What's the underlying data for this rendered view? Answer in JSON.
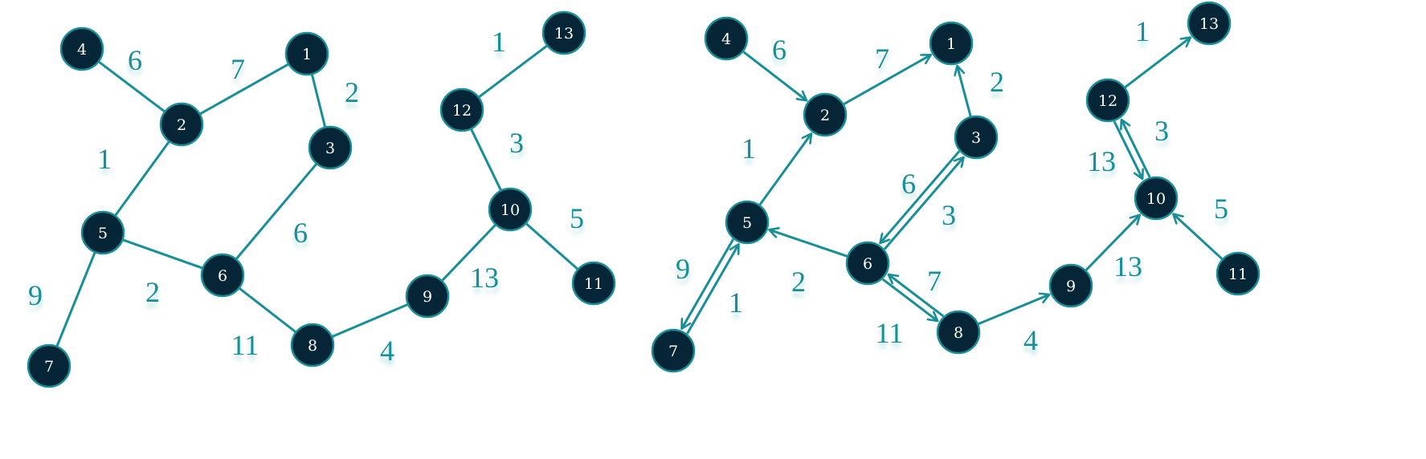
{
  "colors": {
    "edge": "#178f98",
    "node_fill": "#062536",
    "node_stroke": "#178f98",
    "node_text": "#ffffff",
    "label": "#178f98"
  },
  "graphs": [
    {
      "id": "undirected-graph",
      "directed": false,
      "nodes": [
        "1",
        "2",
        "3",
        "4",
        "5",
        "6",
        "7",
        "8",
        "9",
        "10",
        "11",
        "12",
        "13"
      ],
      "edges": [
        {
          "from": "4",
          "to": "2",
          "label": "6"
        },
        {
          "from": "2",
          "to": "1",
          "label": "7"
        },
        {
          "from": "1",
          "to": "3",
          "label": "2"
        },
        {
          "from": "2",
          "to": "5",
          "label": "1"
        },
        {
          "from": "3",
          "to": "6",
          "label": "6"
        },
        {
          "from": "5",
          "to": "6",
          "label": "2"
        },
        {
          "from": "5",
          "to": "7",
          "label": "9"
        },
        {
          "from": "6",
          "to": "8",
          "label": "11"
        },
        {
          "from": "8",
          "to": "9",
          "label": "4"
        },
        {
          "from": "9",
          "to": "10",
          "label": "13"
        },
        {
          "from": "10",
          "to": "11",
          "label": "5"
        },
        {
          "from": "10",
          "to": "12",
          "label": "3"
        },
        {
          "from": "12",
          "to": "13",
          "label": "1"
        }
      ]
    },
    {
      "id": "directed-graph",
      "directed": true,
      "nodes": [
        "1",
        "2",
        "3",
        "4",
        "5",
        "6",
        "7",
        "8",
        "9",
        "10",
        "11",
        "12",
        "13"
      ],
      "edges": [
        {
          "from": "4",
          "to": "2",
          "label": "6"
        },
        {
          "from": "2",
          "to": "1",
          "label": "7"
        },
        {
          "from": "3",
          "to": "1",
          "label": "2"
        },
        {
          "from": "5",
          "to": "2",
          "label": "1"
        },
        {
          "from": "6",
          "to": "3",
          "label": "3"
        },
        {
          "from": "3",
          "to": "6",
          "label": "6"
        },
        {
          "from": "6",
          "to": "5",
          "label": "2"
        },
        {
          "from": "5",
          "to": "7",
          "label": "9"
        },
        {
          "from": "7",
          "to": "5",
          "label": "1"
        },
        {
          "from": "8",
          "to": "6",
          "label": "7"
        },
        {
          "from": "6",
          "to": "8",
          "label": "11"
        },
        {
          "from": "8",
          "to": "9",
          "label": "4"
        },
        {
          "from": "9",
          "to": "10",
          "label": "13"
        },
        {
          "from": "11",
          "to": "10",
          "label": "5"
        },
        {
          "from": "10",
          "to": "12",
          "label": "3"
        },
        {
          "from": "12",
          "to": "10",
          "label": "13"
        },
        {
          "from": "12",
          "to": "13",
          "label": "1"
        }
      ]
    }
  ]
}
